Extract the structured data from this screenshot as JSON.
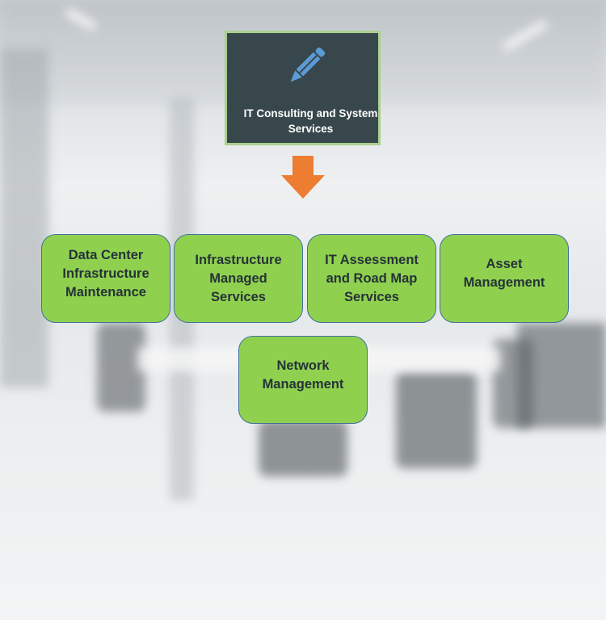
{
  "top": {
    "label": "IT Consulting and System Services",
    "icon": "pencil-icon",
    "bg": "#37474b",
    "border": "#a9d18e"
  },
  "arrow": {
    "color": "#ed7d31"
  },
  "services": [
    {
      "label": "Data Center Infrastructure Maintenance"
    },
    {
      "label": "Infrastructure Managed Services"
    },
    {
      "label": "IT Assessment and Road Map Services"
    },
    {
      "label": "Asset Management"
    },
    {
      "label": "Network Management"
    }
  ],
  "box_color": "#8fd14f"
}
